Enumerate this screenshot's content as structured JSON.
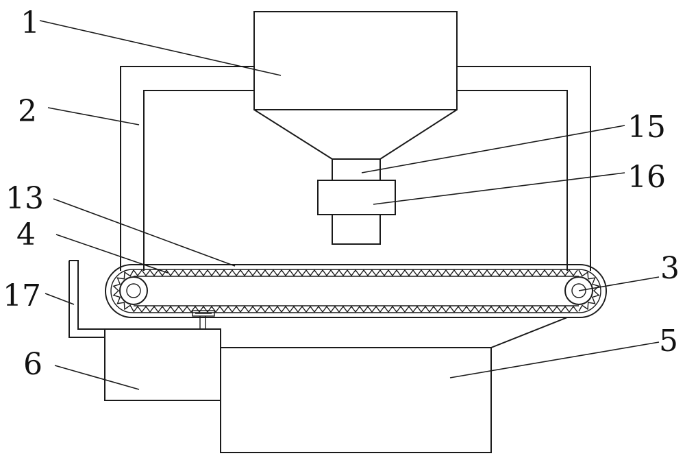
{
  "labels": [
    {
      "key": "hopper",
      "text": "1"
    },
    {
      "key": "frame",
      "text": "2"
    },
    {
      "key": "roller",
      "text": "3"
    },
    {
      "key": "belt",
      "text": "4"
    },
    {
      "key": "collection-box",
      "text": "5"
    },
    {
      "key": "side-box",
      "text": "6"
    },
    {
      "key": "belt-surface",
      "text": "13"
    },
    {
      "key": "discharge-pipe",
      "text": "15"
    },
    {
      "key": "valve",
      "text": "16"
    },
    {
      "key": "scraper",
      "text": "17"
    }
  ]
}
